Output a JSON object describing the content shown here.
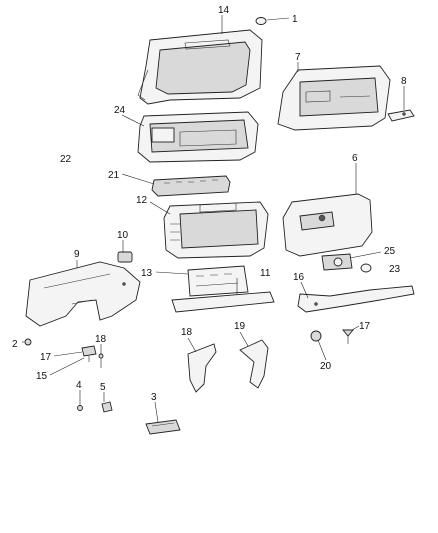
{
  "diagram": {
    "callouts": [
      {
        "id": "c1",
        "label": "1"
      },
      {
        "id": "c2",
        "label": "2"
      },
      {
        "id": "c3",
        "label": "3"
      },
      {
        "id": "c4",
        "label": "4"
      },
      {
        "id": "c5",
        "label": "5"
      },
      {
        "id": "c6",
        "label": "6"
      },
      {
        "id": "c7",
        "label": "7"
      },
      {
        "id": "c8",
        "label": "8"
      },
      {
        "id": "c9",
        "label": "9"
      },
      {
        "id": "c10",
        "label": "10"
      },
      {
        "id": "c11",
        "label": "11"
      },
      {
        "id": "c12",
        "label": "12"
      },
      {
        "id": "c13",
        "label": "13"
      },
      {
        "id": "c14",
        "label": "14"
      },
      {
        "id": "c15",
        "label": "15"
      },
      {
        "id": "c16",
        "label": "16"
      },
      {
        "id": "c17a",
        "label": "17"
      },
      {
        "id": "c17b",
        "label": "17"
      },
      {
        "id": "c18a",
        "label": "18"
      },
      {
        "id": "c18b",
        "label": "18"
      },
      {
        "id": "c19",
        "label": "19"
      },
      {
        "id": "c20",
        "label": "20"
      },
      {
        "id": "c21",
        "label": "21"
      },
      {
        "id": "c22",
        "label": "22"
      },
      {
        "id": "c23",
        "label": "23"
      },
      {
        "id": "c24",
        "label": "24"
      },
      {
        "id": "c25",
        "label": "25"
      }
    ]
  }
}
